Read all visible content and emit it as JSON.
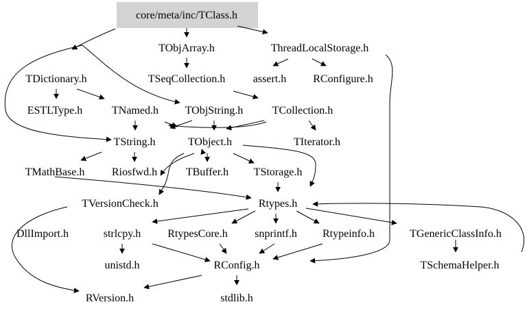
{
  "nodes": {
    "root": "core/meta/inc/TClass.h",
    "tobjarray": "TObjArray.h",
    "threadlocal": "ThreadLocalStorage.h",
    "tdictionary": "TDictionary.h",
    "tseqcollection": "TSeqCollection.h",
    "assert": "assert.h",
    "rconfigure": "RConfigure.h",
    "estltype": "ESTLType.h",
    "tnamed": "TNamed.h",
    "tobjstring": "TObjString.h",
    "tcollection": "TCollection.h",
    "tstring": "TString.h",
    "tobject": "TObject.h",
    "titerator": "TIterator.h",
    "tmathbase": "TMathBase.h",
    "riosfwd": "Riosfwd.h",
    "tbuffer": "TBuffer.h",
    "tstorage": "TStorage.h",
    "tversioncheck": "TVersionCheck.h",
    "rtypes": "Rtypes.h",
    "dllimport": "DllImport.h",
    "strlcpy": "strlcpy.h",
    "rtypescore": "RtypesCore.h",
    "snprintf": "snprintf.h",
    "rtypeinfo": "Rtypeinfo.h",
    "tgenericclassinfo": "TGenericClassInfo.h",
    "unistd": "unistd.h",
    "rconfig": "RConfig.h",
    "tschemahelper": "TSchemaHelper.h",
    "rversion": "RVersion.h",
    "stdlib": "stdlib.h"
  },
  "colors": {
    "root_fill": "#d3d3d3",
    "edge": "#000000",
    "text": "#000000"
  }
}
